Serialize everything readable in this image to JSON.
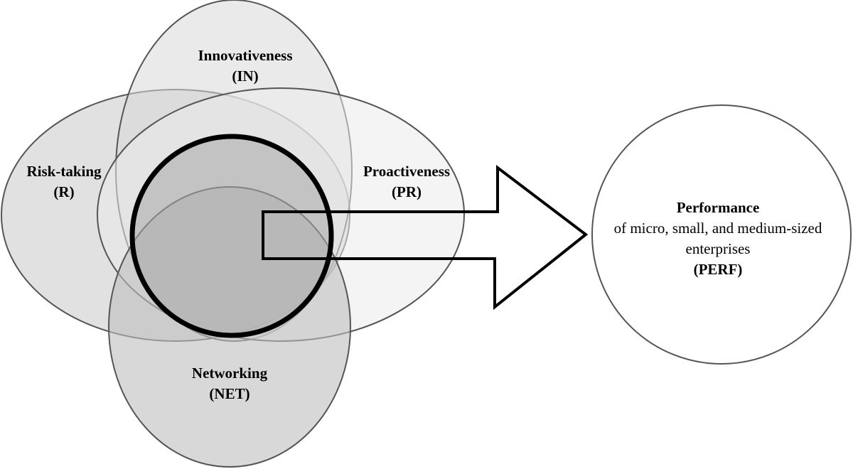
{
  "diagram": {
    "constructs": {
      "innovativeness": {
        "name": "Innovativeness",
        "code": "(IN)"
      },
      "risk_taking": {
        "name": "Risk-taking",
        "code": "(R)"
      },
      "proactiveness": {
        "name": "Proactiveness",
        "code": "(PR)"
      },
      "networking": {
        "name": "Networking",
        "code": "(NET)"
      }
    },
    "outcome": {
      "name": "Performance",
      "description_line1": "of micro, small, and medium-sized",
      "description_line2": "enterprises",
      "code": "(PERF)"
    }
  },
  "colors": {
    "innovativeness_fill": "#d8d8d8",
    "risk_taking_fill": "#c8c8c8",
    "proactiveness_fill": "#ebebeb",
    "networking_fill": "#bebebe",
    "core_fill": "#a8a8a8",
    "outline": "#555555",
    "background": "#ffffff"
  }
}
